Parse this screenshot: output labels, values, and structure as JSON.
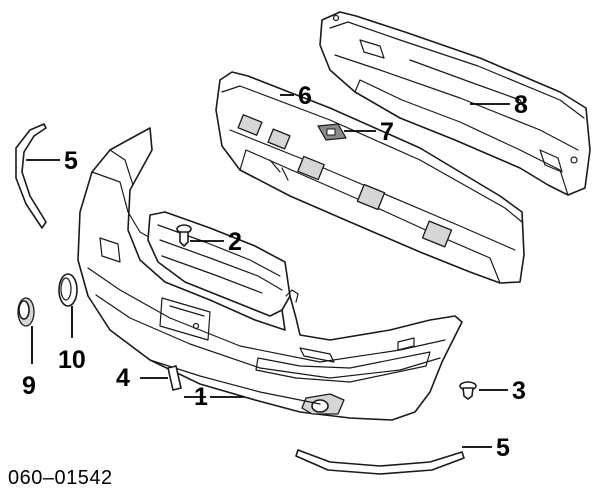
{
  "diagram_code": "060–01542",
  "callouts": {
    "c1": "1",
    "c2": "2",
    "c3": "3",
    "c4": "4",
    "c5_top": "5",
    "c5_bottom": "5",
    "c6": "6",
    "c7": "7",
    "c8": "8",
    "c9": "9",
    "c10": "10"
  }
}
